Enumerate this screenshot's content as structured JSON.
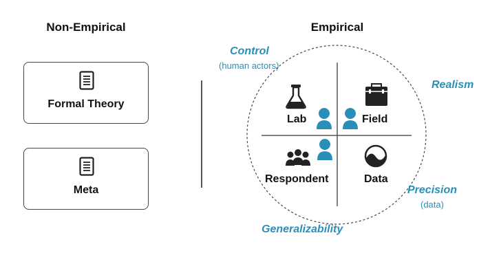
{
  "headings": {
    "non_empirical": "Non-Empirical",
    "empirical": "Empirical"
  },
  "non_empirical_cards": [
    {
      "label": "Formal Theory",
      "icon": "document-icon"
    },
    {
      "label": "Meta",
      "icon": "document-icon"
    }
  ],
  "axes": {
    "control": "Control",
    "control_sub": "(human actors)",
    "realism": "Realism",
    "precision": "Precision",
    "precision_sub": "(data)",
    "generalizability": "Generalizability"
  },
  "quadrants": {
    "lab": "Lab",
    "field": "Field",
    "respondent": "Respondent",
    "data": "Data"
  },
  "colors": {
    "accent": "#2a8fb8",
    "text": "#111111",
    "line": "#555555"
  }
}
